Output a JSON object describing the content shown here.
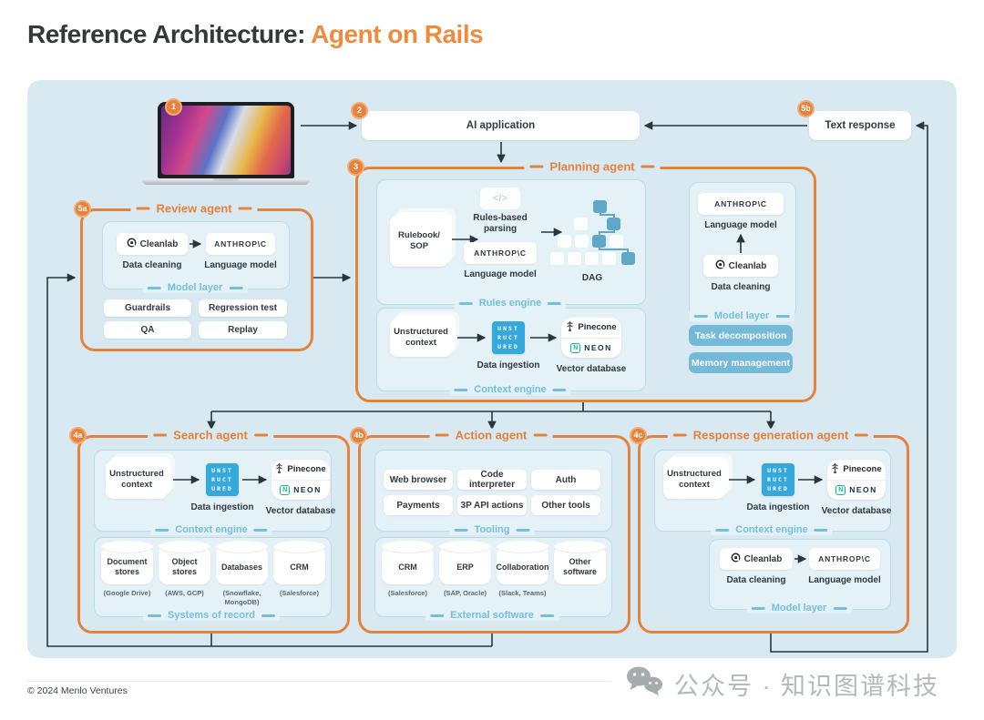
{
  "title": {
    "prefix": "Reference Architecture: ",
    "highlight": "Agent on Rails"
  },
  "colors": {
    "accent_orange": "#E5823B",
    "panel_blue": "#D9E9F1",
    "subbox_blue": "#E4F1F7",
    "label_blue": "#74C0DC",
    "button_blue": "#74BAD8",
    "unstructured_blue": "#35A8DC",
    "dag_blue": "#5FA8CA",
    "neon_green": "#00C08B",
    "arrow_dark": "#2A363D"
  },
  "badges": {
    "laptop": "1",
    "ai_application": "2",
    "planning": "3",
    "search": "4a",
    "action": "4b",
    "response_generation": "4c",
    "review": "5a",
    "text_response": "5b"
  },
  "nodes": {
    "ai_application": "AI application",
    "text_response": "Text response"
  },
  "shared": {
    "context_engine": {
      "label": "Context engine",
      "unstructured_context": "Unstructured context",
      "data_ingestion_label": "Data ingestion",
      "unstructured_logo_rows": [
        "UNST",
        "RUCT",
        "URED"
      ],
      "vector_database_label": "Vector database",
      "pinecone": "Pinecone",
      "neon": "NEON",
      "neon_initial": "N"
    },
    "model_layer": {
      "label": "Model layer",
      "cleanlab": "Cleanlab",
      "data_cleaning": "Data cleaning",
      "anthropic": "ANTHROP\\C",
      "language_model": "Language model"
    }
  },
  "review_agent": {
    "title": "Review agent",
    "cards": [
      "Guardrails",
      "Regression test",
      "QA",
      "Replay"
    ]
  },
  "planning_agent": {
    "title": "Planning agent",
    "rules_engine": {
      "label": "Rules engine",
      "rulebook": "Rulebook/ SOP",
      "parsing": "Rules-based parsing",
      "code_icon": "</>",
      "dag": "DAG"
    },
    "capabilities": [
      "Task decomposition",
      "Memory management"
    ]
  },
  "search_agent": {
    "title": "Search agent",
    "systems_of_record": {
      "label": "Systems of record",
      "items": [
        {
          "name": "Document stores",
          "sub": "(Google Drive)"
        },
        {
          "name": "Object stores",
          "sub": "(AWS, GCP)"
        },
        {
          "name": "Databases",
          "sub": "(Snowflake, MongoDB)"
        },
        {
          "name": "CRM",
          "sub": "(Salesforce)"
        }
      ]
    }
  },
  "action_agent": {
    "title": "Action agent",
    "tooling": {
      "label": "Tooling",
      "items": [
        "Web browser",
        "Code interpreter",
        "Auth",
        "Payments",
        "3P API actions",
        "Other tools"
      ]
    },
    "external_software": {
      "label": "External software",
      "items": [
        {
          "name": "CRM",
          "sub": "(Salesforce)"
        },
        {
          "name": "ERP",
          "sub": "(SAP, Oracle)"
        },
        {
          "name": "Collaboration",
          "sub": "(Slack, Teams)"
        },
        {
          "name": "Other software",
          "sub": ""
        }
      ]
    }
  },
  "response_generation_agent": {
    "title": "Response generation agent"
  },
  "footer": {
    "copyright": "© 2024 Menlo Ventures",
    "watermark": "公众号 · 知识图谱科技"
  }
}
